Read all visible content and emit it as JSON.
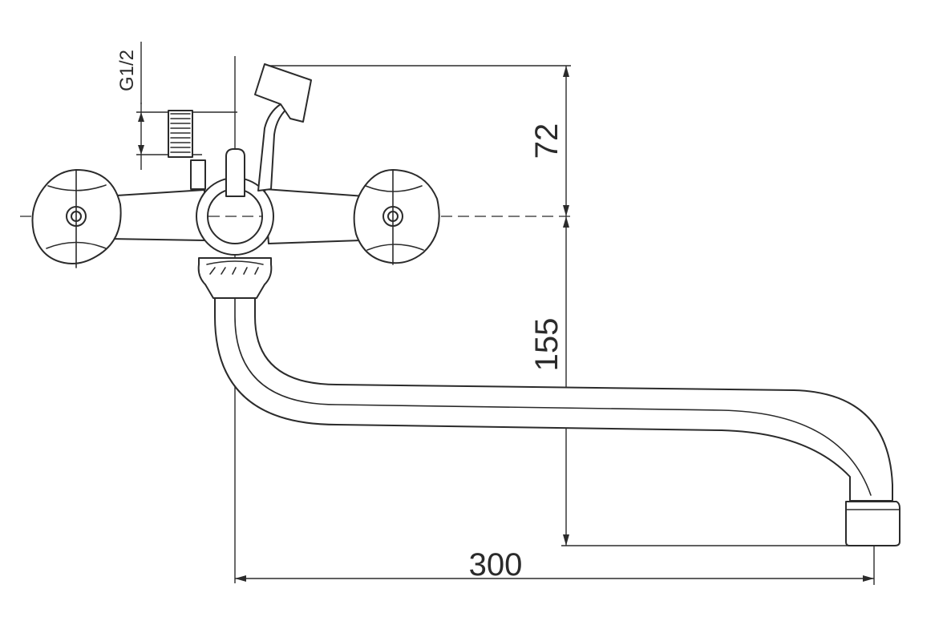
{
  "drawing": {
    "line_color": "#2b2b2b",
    "background": "#ffffff",
    "dimensions": {
      "thread": "G1/2",
      "vertical_upper": "72",
      "vertical_lower": "155",
      "horizontal": "300"
    }
  }
}
